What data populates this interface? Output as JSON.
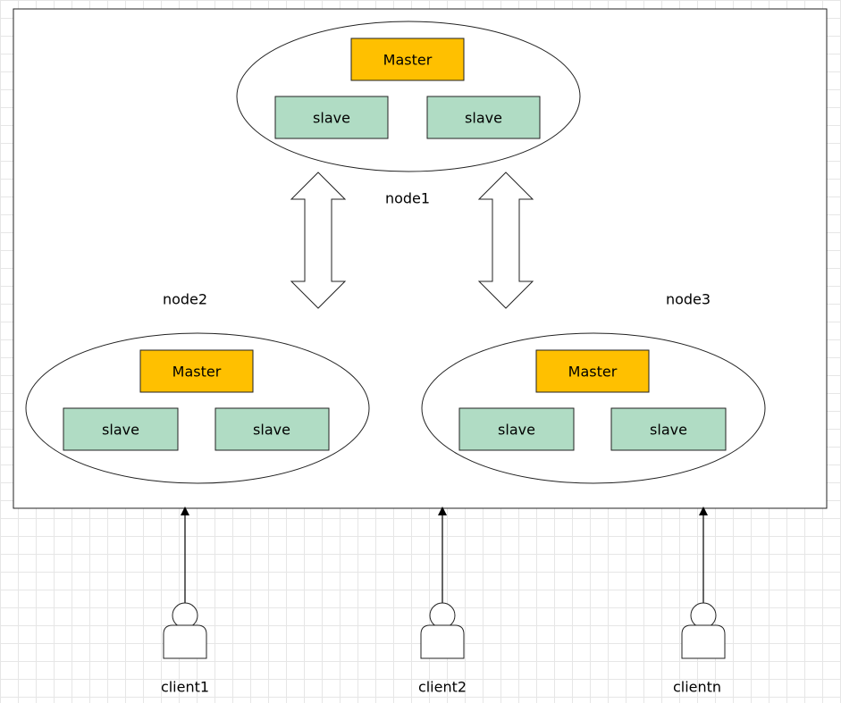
{
  "colors": {
    "master_fill": "#ffc000",
    "slave_fill": "#b0dcc4",
    "stroke": "#222222",
    "frame_fill": "#ffffff"
  },
  "nodes": [
    {
      "label": "node1",
      "master_label": "Master",
      "slaves": [
        "slave",
        "slave"
      ]
    },
    {
      "label": "node2",
      "master_label": "Master",
      "slaves": [
        "slave",
        "slave"
      ]
    },
    {
      "label": "node3",
      "master_label": "Master",
      "slaves": [
        "slave",
        "slave"
      ]
    }
  ],
  "clients": [
    {
      "label": "client1"
    },
    {
      "label": "client2"
    },
    {
      "label": "clientn"
    }
  ]
}
